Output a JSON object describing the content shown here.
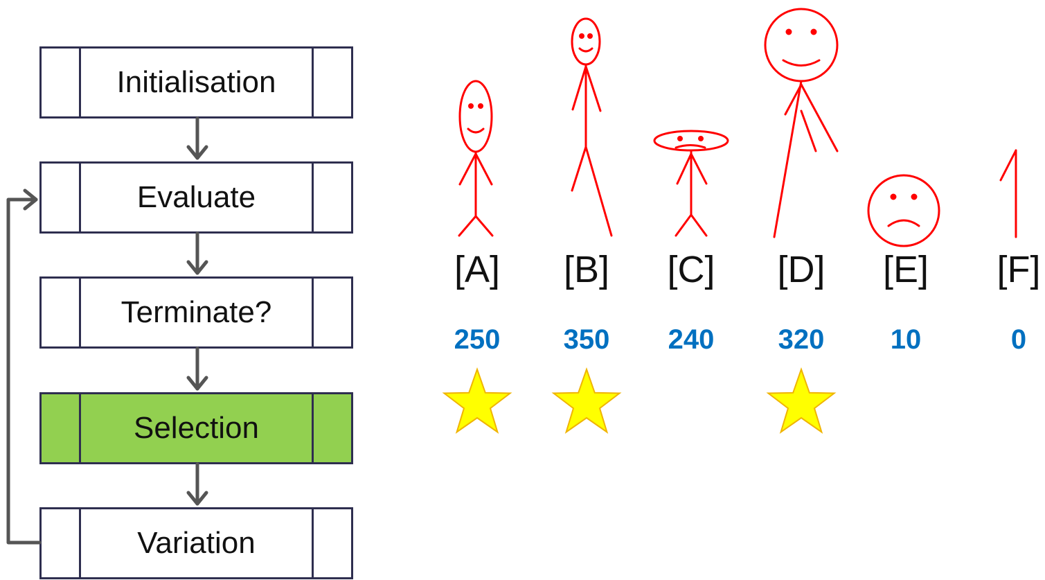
{
  "flowchart": {
    "steps": [
      {
        "id": "initialisation",
        "label": "Initialisation",
        "highlighted": false
      },
      {
        "id": "evaluate",
        "label": "Evaluate",
        "highlighted": false
      },
      {
        "id": "terminate",
        "label": "Terminate?",
        "highlighted": false
      },
      {
        "id": "selection",
        "label": "Selection",
        "highlighted": true
      },
      {
        "id": "variation",
        "label": "Variation",
        "highlighted": false
      }
    ],
    "highlight_color": "#92d050",
    "border_color": "#2e2e4f",
    "arrow_color": "#555555"
  },
  "population": {
    "figure_color": "#ff0000",
    "score_color": "#0070c0",
    "star_fill": "#ffff00",
    "star_stroke": "#f0b400",
    "individuals": [
      {
        "label": "[A]",
        "score": "250",
        "selected": true,
        "figure": "stick-figure-smiling"
      },
      {
        "label": "[B]",
        "score": "350",
        "selected": true,
        "figure": "tall-stick-figure-smiling"
      },
      {
        "label": "[C]",
        "score": "240",
        "selected": false,
        "figure": "flat-head-stick-figure-sad"
      },
      {
        "label": "[D]",
        "score": "320",
        "selected": true,
        "figure": "large-head-stick-figure-smiling"
      },
      {
        "label": "[E]",
        "score": "10",
        "selected": false,
        "figure": "sad-face-no-body"
      },
      {
        "label": "[F]",
        "score": "0",
        "selected": false,
        "figure": "partial-line"
      }
    ]
  }
}
